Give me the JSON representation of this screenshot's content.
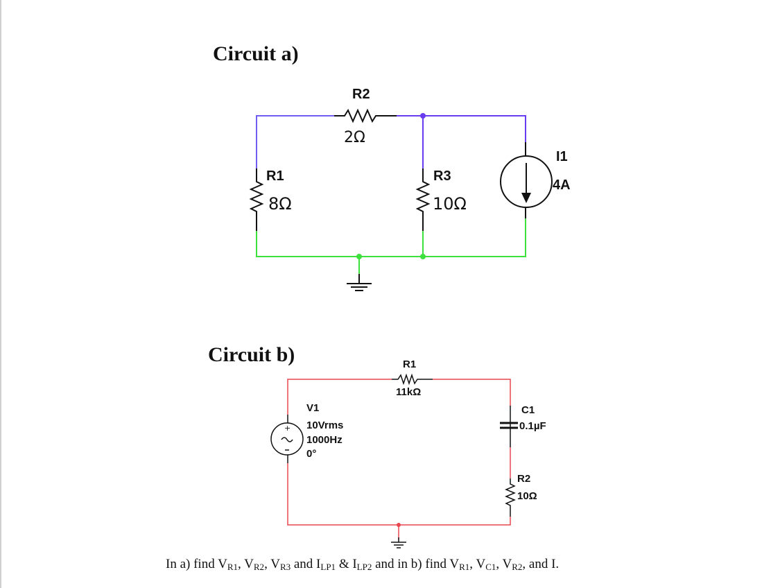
{
  "circuit_a": {
    "title": "Circuit a)",
    "R1": {
      "name": "R1",
      "value": "8Ω"
    },
    "R2": {
      "name": "R2",
      "value": "2Ω"
    },
    "R3": {
      "name": "R3",
      "value": "10Ω"
    },
    "I1": {
      "name": "I1",
      "value": "4A"
    },
    "colors": {
      "top_net": "#6a3cf0",
      "bottom_net": "#3ee03e"
    }
  },
  "circuit_b": {
    "title": "Circuit b)",
    "R1": {
      "name": "R1",
      "value": "11kΩ"
    },
    "C1": {
      "name": "C1",
      "value": "0.1µF"
    },
    "R2": {
      "name": "R2",
      "value": "10Ω"
    },
    "V1": {
      "name": "V1",
      "amplitude": "10Vrms",
      "frequency": "1000Hz",
      "phase": "0°"
    },
    "colors": {
      "net": "#e8474f"
    }
  },
  "question": {
    "p1": "In a) find V",
    "s1": "R1",
    "p2": ", V",
    "s2": "R2",
    "p3": ", V",
    "s3": "R3",
    "p4": " and I",
    "s4": "LP1",
    "p5": " & I",
    "s5": "LP2",
    "p6": " and in b) find V",
    "s6": "R1",
    "p7": ", V",
    "s7": "C1",
    "p8": ", V",
    "s8": "R2",
    "p9": ", and I."
  }
}
